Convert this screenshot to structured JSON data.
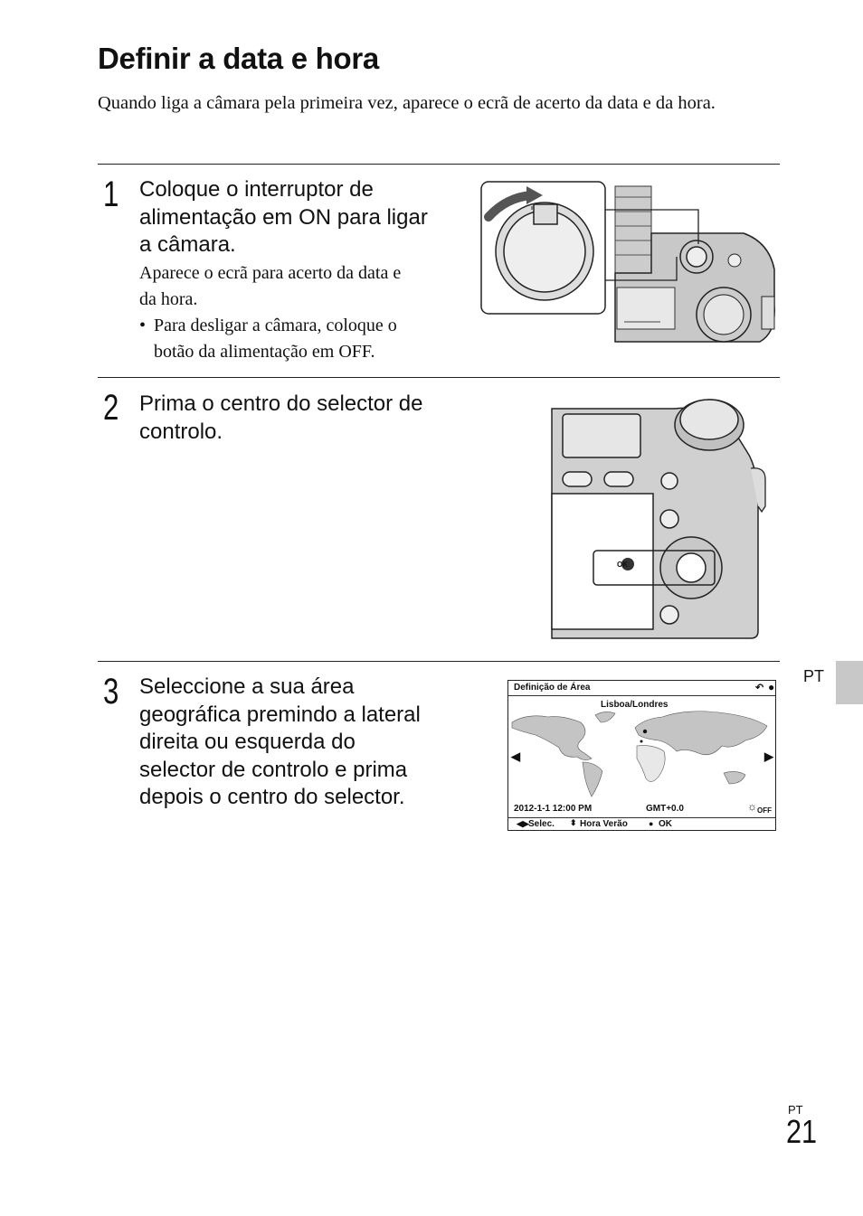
{
  "page": {
    "title": "Definir a data e hora",
    "intro": "Quando liga a câmara pela primeira vez, aparece o ecrã de acerto da data e da hora."
  },
  "steps": [
    {
      "number": "1",
      "heading_lines": [
        "Coloque o interruptor de",
        "alimentação em ON para ligar",
        "a câmara."
      ],
      "body_lines": [
        "Aparece o ecrã para acerto da data e",
        "da hora."
      ],
      "bullet_lines": [
        "Para desligar a câmara, coloque o",
        "botão da alimentação em OFF."
      ],
      "bullet_mark": "•"
    },
    {
      "number": "2",
      "heading_lines": [
        "Prima o centro do selector de",
        "controlo."
      ],
      "illustration_label": "OK"
    },
    {
      "number": "3",
      "heading_lines": [
        "Seleccione a sua área",
        "geográfica premindo a lateral",
        "direita ou esquerda do",
        "selector de controlo e prima",
        "depois o centro do selector."
      ]
    }
  ],
  "screen": {
    "title": "Definição de Área",
    "city": "Lisboa/Londres",
    "datetime": "2012-1-1   12:00 PM",
    "gmt": "GMT+0.0",
    "dst_label": "OFF",
    "help_select": "Selec.",
    "help_dst": "Hora Verão",
    "help_ok": "OK",
    "icons": [
      "return-icon",
      "center-dot-icon",
      "arrow-left-icon",
      "arrow-right-icon",
      "sun-dst-icon"
    ]
  },
  "side": {
    "language_tab": "PT"
  },
  "footer": {
    "language": "PT",
    "page_number": "21"
  }
}
